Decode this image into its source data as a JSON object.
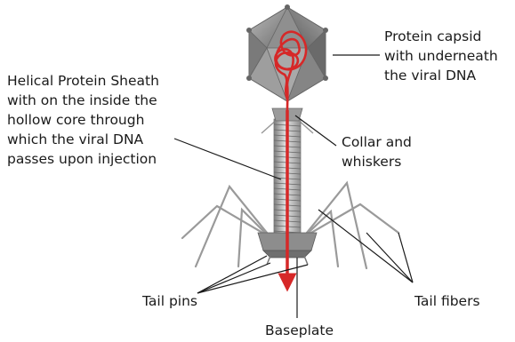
{
  "labels": {
    "capsid": [
      "Protein capsid",
      "with underneath",
      "the viral DNA"
    ],
    "sheath": [
      "Helical Protein Sheath",
      "with on the inside the",
      "hollow core through",
      "which the viral DNA",
      "passes upon injection"
    ],
    "collar": [
      "Collar and",
      "whiskers"
    ],
    "tail_pins": "Tail pins",
    "tail_fibers": "Tail fibers",
    "baseplate": "Baseplate"
  },
  "colors": {
    "dna": "#d62828",
    "capsid": "#8a8a8a",
    "sheath": "#b5b5b5",
    "leader_line": "#1a1a1a"
  }
}
